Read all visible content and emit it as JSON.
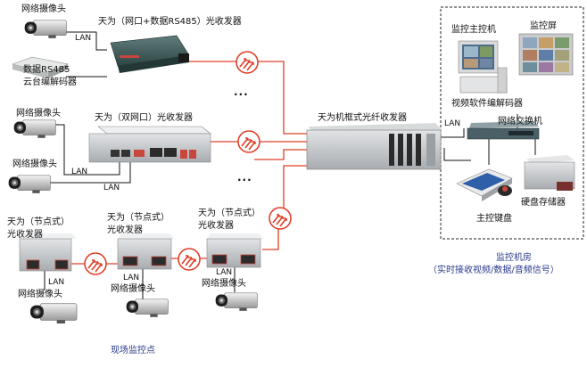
{
  "labels": {
    "camera_top_left": "网络摄像头",
    "lan_1": "LAN",
    "ptz_line1": "数据RS485",
    "ptz_line2": "云台编解码器",
    "transceiver_net_rs485": "天为（网口+数据RS485）光收发器",
    "transceiver_dual_port": "天为（双网口）光收发器",
    "camera_mid_1": "网络摄像头",
    "camera_mid_2": "网络摄像头",
    "lan_mid_1": "LAN",
    "lan_mid_2": "LAN",
    "node_a_line1": "天为（节点式）",
    "node_a_line2": "光收发器",
    "node_b_line1": "天为（节点式）",
    "node_b_line2": "光收发器",
    "node_c_line1": "天为（节点式）",
    "node_c_line2": "光收发器",
    "lan_node_a": "LAN",
    "lan_node_b": "LAN",
    "lan_node_c": "LAN",
    "camera_node_a": "网络摄像头",
    "camera_node_b": "网络摄像头",
    "camera_node_c": "网络摄像头",
    "chassis_transceiver": "天为机框式光纤收发器",
    "lan_chassis": "LAN",
    "monitor_host": "监控主控机",
    "monitor_screen": "监控屏",
    "video_software": "视频软件编解码器",
    "network_switch": "网络交换机",
    "hdd_storage": "硬盘存储器",
    "main_keyboard": "主控键盘",
    "control_room_title": "监控机房",
    "control_room_sub": "（实时接收视频/数据/音频信号）",
    "field_points": "现场监控点",
    "dots_1": "...",
    "dots_2": "...",
    "dots_3": "..."
  },
  "colors": {
    "fiber": "#e0402a",
    "lan": "#111111",
    "device_gray": "#b9bcc0",
    "device_dark": "#3d5a5a",
    "accent_blue": "#2a3a8c",
    "border_dashed": "#222222"
  },
  "icons": {
    "fiber_link": "fiber-link-icon",
    "camera": "camera-icon"
  }
}
